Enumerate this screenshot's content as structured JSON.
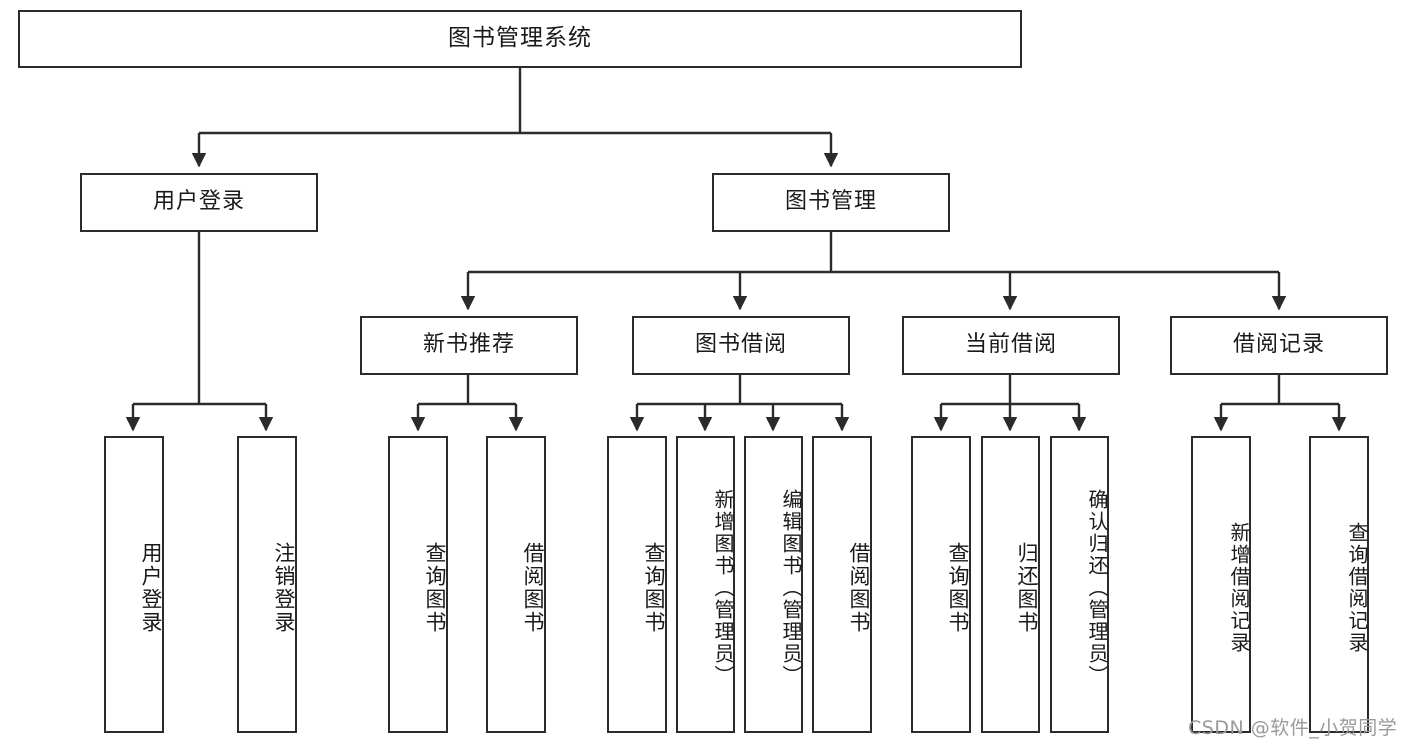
{
  "diagram": {
    "title": "图书管理系统",
    "type": "functional-decomposition-tree",
    "watermark": "CSDN @软件_小贺同学",
    "colors": {
      "stroke": "#2b2b2b",
      "background": "#ffffff",
      "text": "#1a1a1a",
      "watermark": "#9a9a9a"
    },
    "nodes": {
      "root": {
        "label": "图书管理系统"
      },
      "level1": [
        {
          "label": "用户登录"
        },
        {
          "label": "图书管理"
        }
      ],
      "level2": [
        {
          "label": "新书推荐"
        },
        {
          "label": "图书借阅"
        },
        {
          "label": "当前借阅"
        },
        {
          "label": "借阅记录"
        }
      ],
      "leaves_user_login": [
        {
          "label": "用户登录"
        },
        {
          "label": "注销登录"
        }
      ],
      "leaves_new_book": [
        {
          "label": "查询图书"
        },
        {
          "label": "借阅图书"
        }
      ],
      "leaves_borrow": [
        {
          "label": "查询图书"
        },
        {
          "label": "新增图书（管理员）"
        },
        {
          "label": "编辑图书（管理员）"
        },
        {
          "label": "借阅图书"
        }
      ],
      "leaves_current": [
        {
          "label": "查询图书"
        },
        {
          "label": "归还图书"
        },
        {
          "label": "确认归还（管理员）"
        }
      ],
      "leaves_record": [
        {
          "label": "新增借阅记录"
        },
        {
          "label": "查询借阅记录"
        }
      ]
    }
  }
}
